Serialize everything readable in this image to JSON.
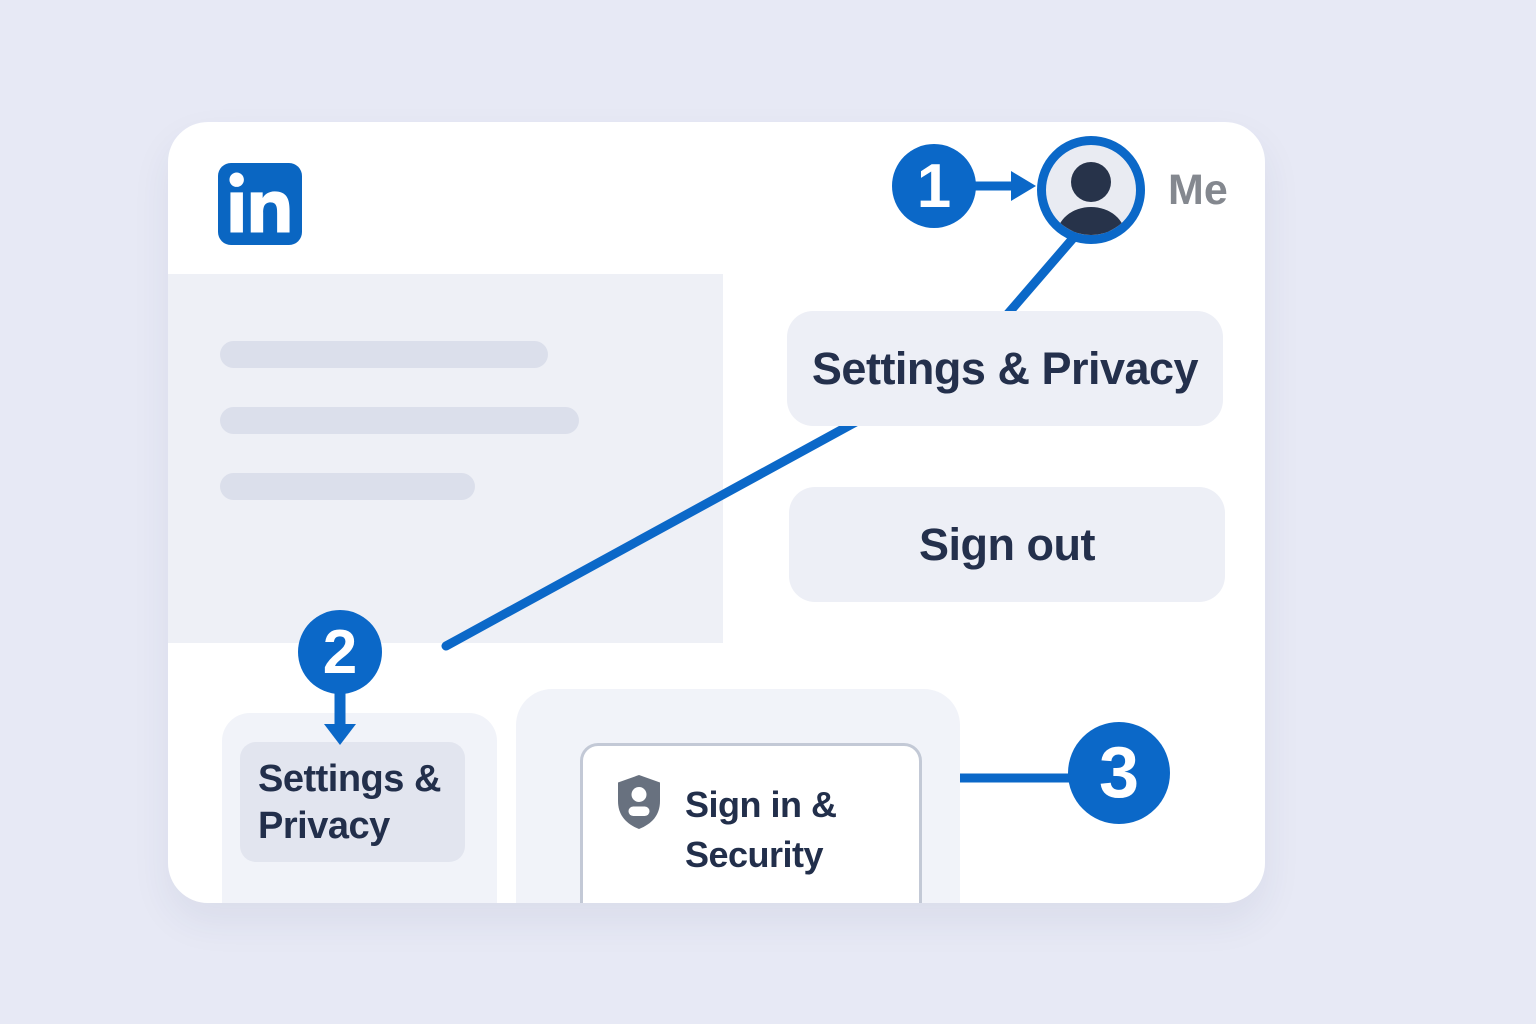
{
  "page": {
    "background": "#E7E9F5",
    "card_background": "#FFFFFF"
  },
  "colors": {
    "brand_blue": "#0A66C2",
    "accent_blue": "#0B68C8",
    "navy_text": "#222F4B",
    "muted_gray_text": "#84888F",
    "panel_gray": "#F1F3F9",
    "pill_gray": "#EDEFF6",
    "chip_gray": "#E2E5EF",
    "skeleton_block": "#EEF0F6",
    "skeleton_bar": "#DBDFEB",
    "inner_card_border": "#C3C9D6",
    "shield_gray": "#68717F",
    "avatar_person": "#27334A"
  },
  "brand": {
    "logo_icon": "linkedin-logo-icon",
    "logo_text": "in"
  },
  "header": {
    "me_label": "Me",
    "avatar_icon": "person-avatar-icon"
  },
  "badges": {
    "step1": "1",
    "step2": "2",
    "step3": "3"
  },
  "profile_menu": {
    "items": [
      {
        "label": "Settings & Privacy"
      },
      {
        "label": "Sign out"
      }
    ]
  },
  "settings_sidebar": {
    "item": {
      "line1": "Settings &",
      "line2": "Privacy"
    }
  },
  "settings_panel": {
    "item": {
      "icon": "shield-person-icon",
      "line1": "Sign in &",
      "line2": "Security"
    }
  }
}
